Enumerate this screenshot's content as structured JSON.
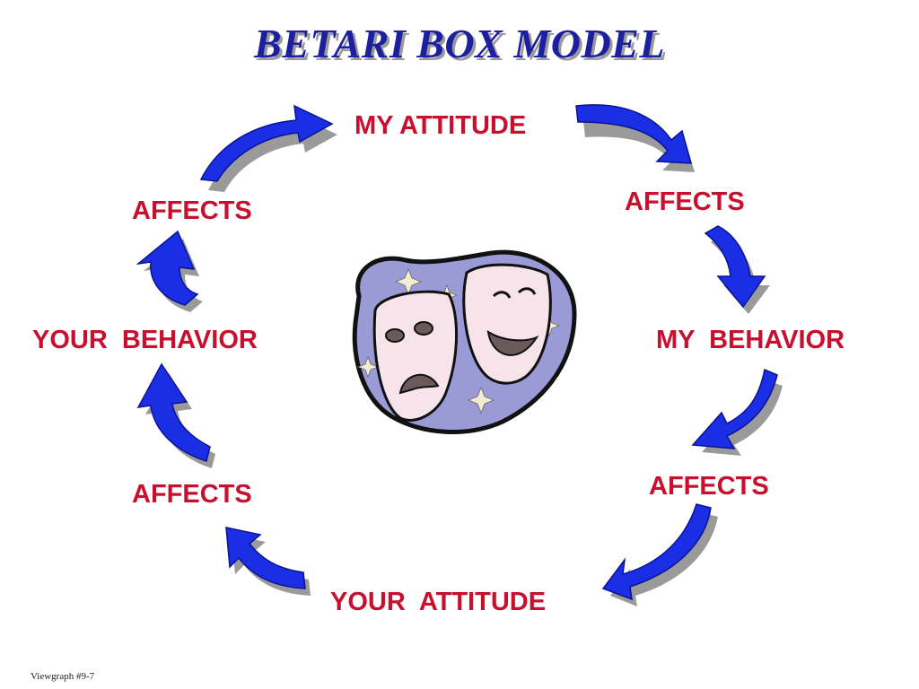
{
  "title": "BETARI BOX MODEL",
  "cycle": {
    "my_attitude": "MY ATTITUDE",
    "affects_1": "AFFECTS",
    "my_behavior": "MY  BEHAVIOR",
    "affects_2": "AFFECTS",
    "your_attitude": "YOUR  ATTITUDE",
    "affects_3": "AFFECTS",
    "your_behavior": "YOUR  BEHAVIOR",
    "affects_4": "AFFECTS"
  },
  "center_image": "theater-masks",
  "footer": "Viewgraph  #9-7",
  "colors": {
    "title": "#1b1fa0",
    "labels": "#c8102e",
    "arrows": "#1a2ee6",
    "arrow_shadow": "#9a9a9a"
  }
}
